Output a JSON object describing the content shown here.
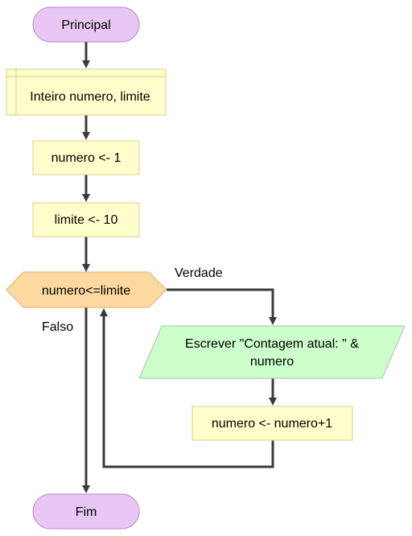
{
  "colors": {
    "terminal_fill": "#e8c7f5",
    "terminal_stroke": "#b886c9",
    "process_fill": "#ffffcc",
    "process_stroke": "#d8d08a",
    "decision_fill": "#fcd9a0",
    "decision_stroke": "#dcb070",
    "io_fill": "#ccffcc",
    "io_stroke": "#9ccc9c",
    "connector": "#3a3a3a"
  },
  "flowchart": {
    "start": {
      "label": "Principal",
      "shape": "terminal"
    },
    "declare": {
      "label": "Inteiro numero, limite",
      "shape": "declaration"
    },
    "assign_numero": {
      "label": "numero <- 1",
      "shape": "process"
    },
    "assign_limite": {
      "label": "limite <- 10",
      "shape": "process"
    },
    "condition": {
      "label": "numero<=limite",
      "shape": "decision"
    },
    "output": {
      "label_line1": "Escrever \"Contagem atual: \" &",
      "label_line2": "numero",
      "shape": "io"
    },
    "increment": {
      "label": "numero <- numero+1",
      "shape": "process"
    },
    "end": {
      "label": "Fim",
      "shape": "terminal"
    },
    "branch_true_label": "Verdade",
    "branch_false_label": "Falso"
  }
}
